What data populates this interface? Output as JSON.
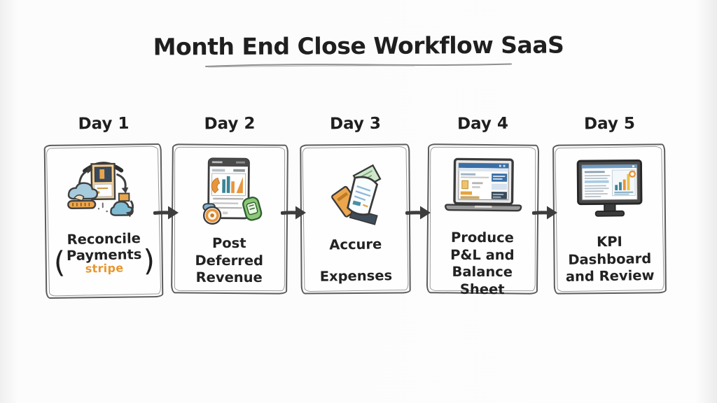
{
  "title": "Month End Close Workflow SaaS",
  "steps": [
    {
      "day": "Day 1",
      "icon": "cloud-sync-receipt-icon",
      "lines": [
        "Reconcile"
      ],
      "paren_open": "(",
      "paren_text": "Payments",
      "paren_close": ")",
      "brand": "stripe"
    },
    {
      "day": "Day 2",
      "icon": "revenue-dashboard-icon",
      "lines": [
        "Post",
        "Deferred",
        "Revenue"
      ]
    },
    {
      "day": "Day 3",
      "icon": "receipts-stack-icon",
      "lines": [
        "Accure",
        "Expenses"
      ]
    },
    {
      "day": "Day 4",
      "icon": "laptop-report-icon",
      "lines": [
        "Produce",
        "P&L and",
        "Balance Sheet"
      ]
    },
    {
      "day": "Day 5",
      "icon": "kpi-monitor-icon",
      "lines": [
        "KPI",
        "Dashboard",
        "and Review"
      ]
    }
  ],
  "colors": {
    "accent_orange": "#E8972F",
    "ink": "#2C2C2C",
    "sketch_gray": "#5C5C5C",
    "cloud_blue": "#A6CBDD",
    "money_green": "#8CC878",
    "chart_teal": "#3D8496",
    "report_blue": "#3A6EA5"
  }
}
